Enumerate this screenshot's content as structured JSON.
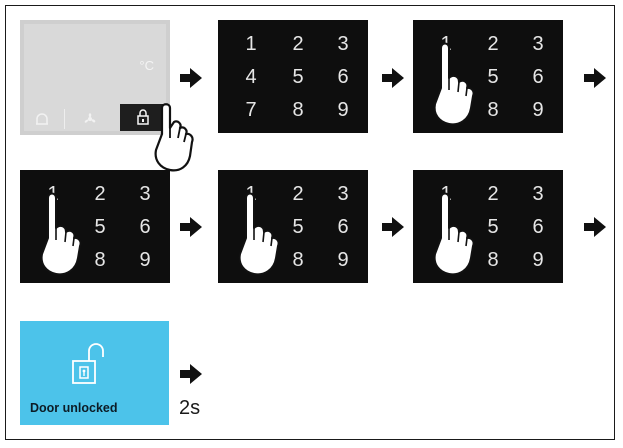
{
  "home_screen": {
    "temperature_unit": "°C",
    "icons": [
      "bell-icon",
      "fan-icon",
      "lock-icon"
    ]
  },
  "keypad": {
    "rows": [
      [
        "1",
        "2",
        "3"
      ],
      [
        "4",
        "5",
        "6"
      ],
      [
        "7",
        "8",
        "9"
      ]
    ]
  },
  "unlock_screen": {
    "label": "Door unlocked",
    "icon": "open-padlock-icon",
    "color": "#4cc3ea"
  },
  "duration": "2s",
  "colors": {
    "keypad_bg": "#0e0e0e",
    "home_bg": "#d9d9d9",
    "accent": "#4cc3ea"
  }
}
